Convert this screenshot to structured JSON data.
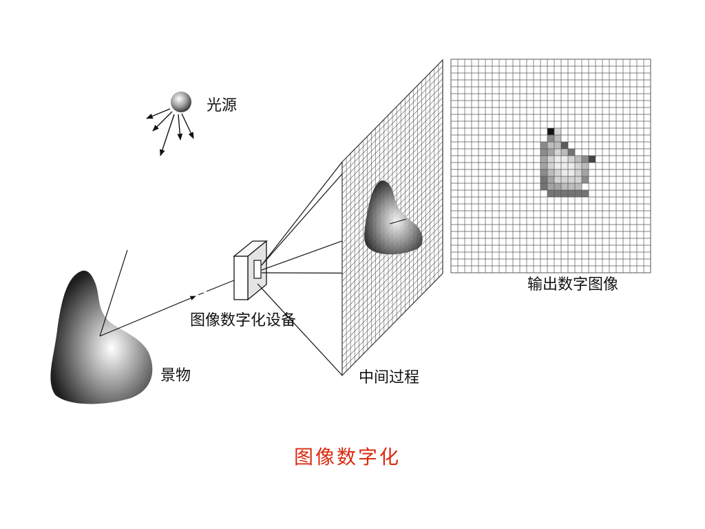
{
  "diagram": {
    "labels": {
      "light_source": "光源",
      "scene": "景物",
      "device": "图像数字化设备",
      "intermediate": "中间过程",
      "output": "输出数字图像"
    },
    "caption": "图像数字化",
    "colors": {
      "caption": "#d92a10",
      "ink": "#111111",
      "grid": "#555555"
    }
  }
}
